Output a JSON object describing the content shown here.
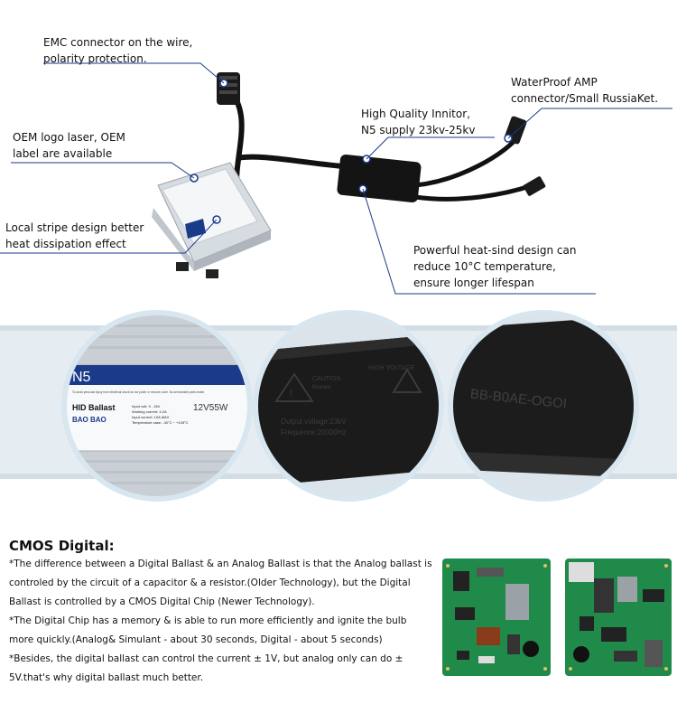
{
  "annotations": {
    "emc": [
      "EMC connector on the wire,",
      "polarity protection."
    ],
    "waterproof": [
      "WaterProof AMP",
      "connector/Small RussiaKet."
    ],
    "ignitor": [
      "High Quality Innitor,",
      "N5 supply 23kv-25kv"
    ],
    "oem": [
      "OEM logo laser, OEM",
      "label are available"
    ],
    "stripe": [
      "Local stripe design better",
      "heat dissipation effect"
    ],
    "heatsink": [
      "Powerful heat-sind design can",
      "reduce 10°C temperature,",
      "ensure longer lifespan"
    ]
  },
  "label": {
    "brand": "N5",
    "model": "12V55W",
    "product": "HID Ballast",
    "maker": "BAO BAO",
    "warn": "To avoid personal injury from electrical shock do not probe or remove cover. No serviceable parts inside.",
    "specs": [
      "Input volt: 9 - 16V",
      "Working current: 4.2A",
      "Input current: 10A MAX",
      "Temperature case: -40°C ~ +105°C"
    ]
  },
  "ignitor_box": {
    "caution": "CAUTION",
    "caution2": "Beware",
    "warn_text": "HIGH VOLTAGE",
    "line1": "Output voltage:23kV",
    "line2": "Frequence:20000Hz"
  },
  "code": "BB-B0AE-OGOI",
  "cmos": {
    "title": "CMOS Digital:",
    "paragraphs": [
      "*The difference between a Digital Ballast & an Analog Ballast is that the Analog ballast is controled by the circuit of a capacitor & a resistor.(Older Technology), but the Digital Ballast is controlled by a CMOS Digital Chip (Newer Technology).",
      "*The Digital Chip has a memory & is able to run more efficiently and ignite the bulb more quickly.(Analog& Simulant - about 30 seconds, Digital - about 5 seconds)",
      "*Besides, the digital ballast can control the current ± 1V, but analog only can do ± 5V.that's why digital ballast much better."
    ]
  },
  "colors": {
    "accent": "#1a3a8a",
    "ballast": "#e9ecef",
    "cable": "#111111",
    "pcb": "#1f8a4a"
  }
}
